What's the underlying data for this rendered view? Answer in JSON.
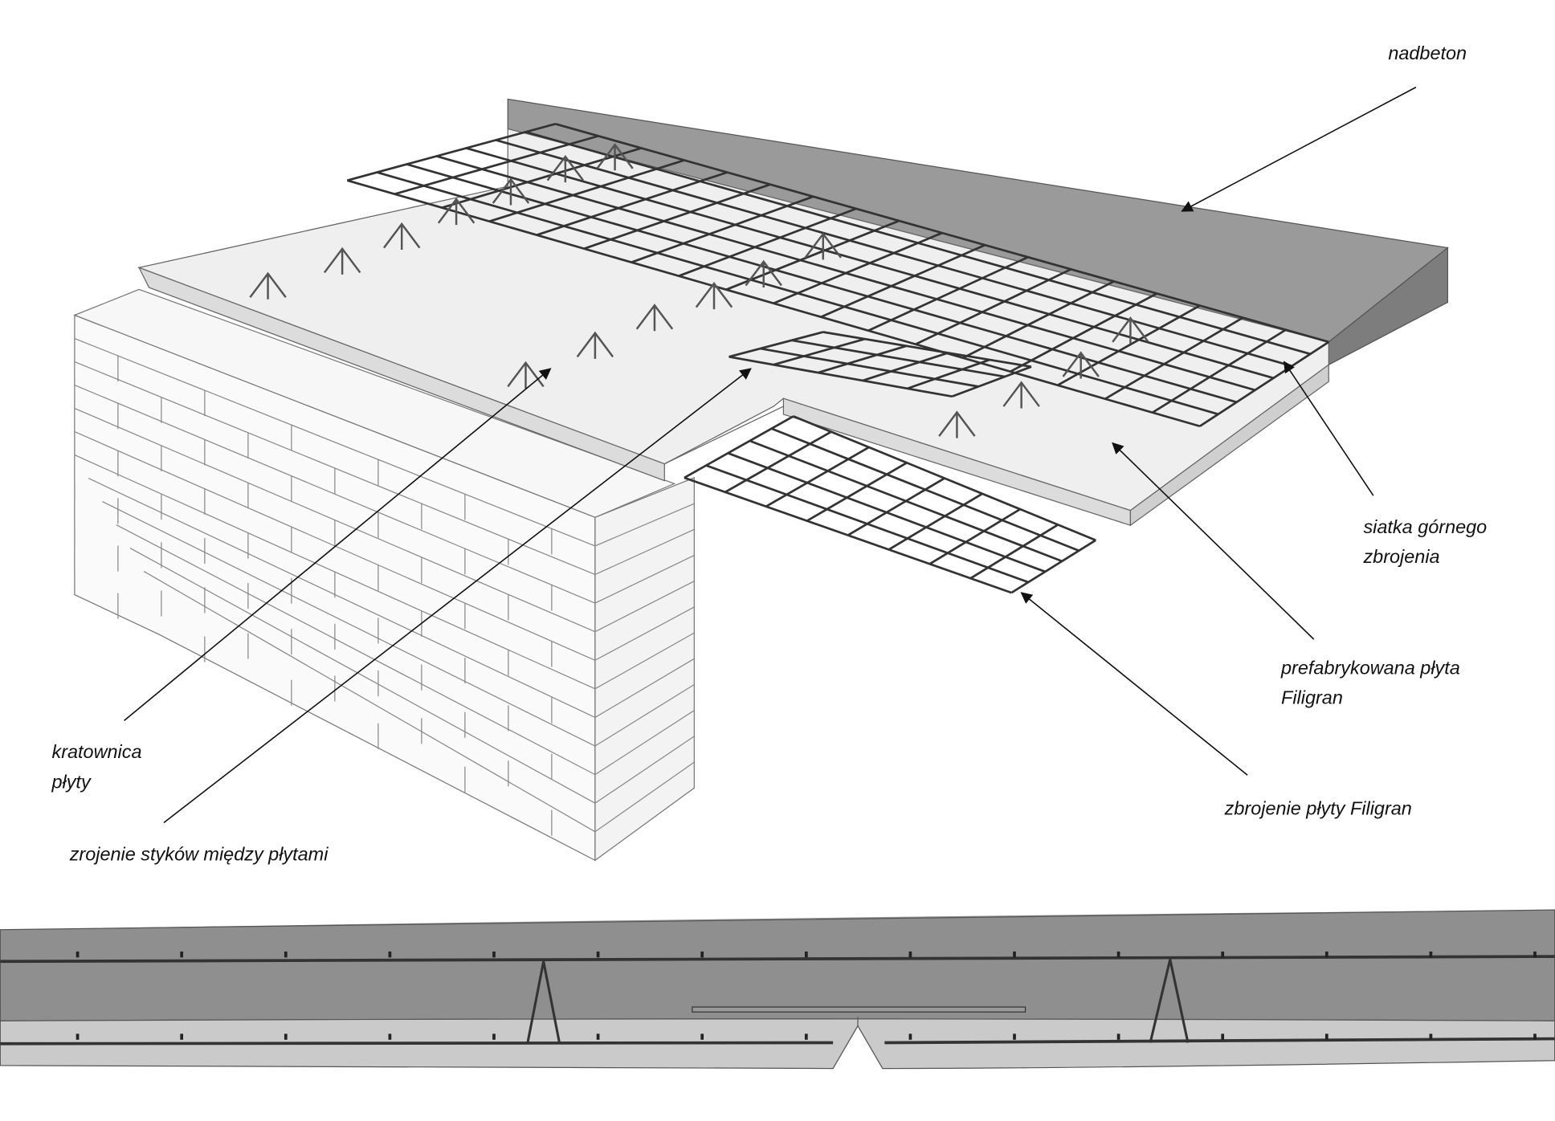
{
  "labels": {
    "nadbeton": "nadbeton",
    "siatka_1": "siatka górnego",
    "siatka_2": "zbrojenia",
    "prefab_1": "prefabrykowana płyta",
    "prefab_2": "Filigran",
    "zbrojenie": "zbrojenie płyty Filigran",
    "kratownica_1": "kratownica",
    "kratownica_2": "płyty",
    "styki": "zrojenie styków między płytami"
  },
  "colors": {
    "topping": "#8e8e8e",
    "slab": "#ededed",
    "cross_lower": "#c9c9c9",
    "steel": "#3a3a3a"
  }
}
